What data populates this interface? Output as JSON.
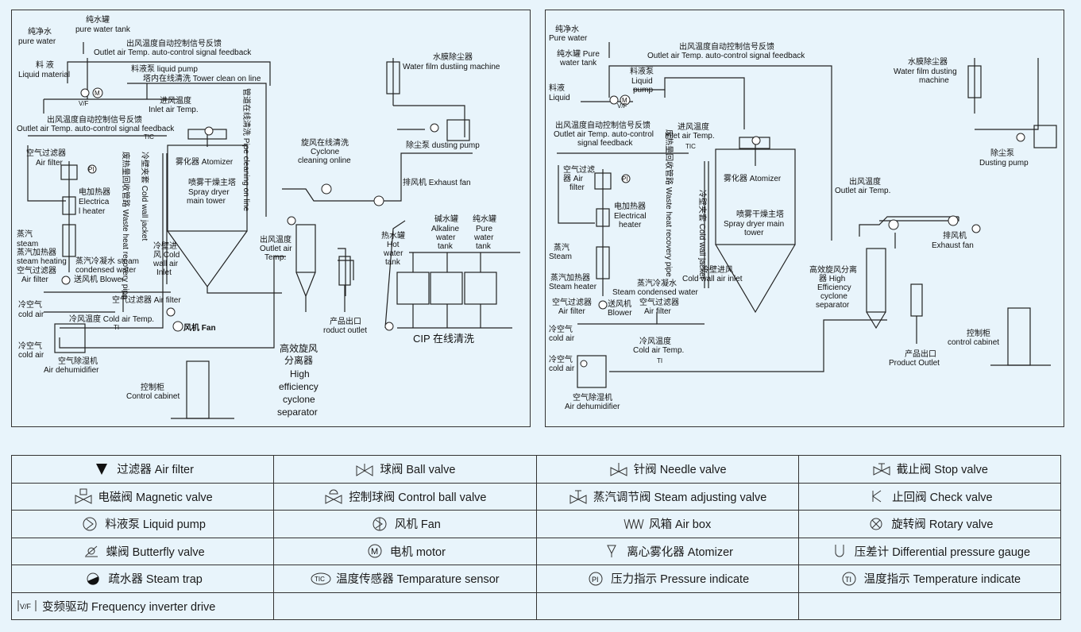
{
  "left": {
    "pure_water_cn": "纯净水",
    "pure_water_en": "pure water",
    "pure_tank_cn": "纯水罐",
    "pure_tank_en": "pure water tank",
    "liquid_cn": "料  液",
    "liquid_en": "Liquid material",
    "feedback1_cn": "出风温度自动控制信号反馈",
    "feedback1_en": "Outlet air Temp. auto-control signal feedback",
    "liquid_pump": "料液泵 liquid pump",
    "tower_clean": "塔内在线清洗 Tower clean on line",
    "inlet_cn": "进风温度",
    "inlet_en": "Inlet air Temp.",
    "feedback2_cn": "出风温度自动控制信号反馈",
    "feedback2_en": "Outlet air Temp. auto-control signal feedback",
    "filter_cn": "空气过滤器",
    "filter_en": "Air filter",
    "heater_cn": "电加热器",
    "heater_en1": "Electrica",
    "heater_en2": "l heater",
    "steam_cn": "蒸汽",
    "steam_en": "steam",
    "steam_heat_cn": "蒸汽加热器",
    "steam_heat_en": "steam heating",
    "condensed": "蒸汽冷凝水 steam",
    "condensed2": "condensed water",
    "filter2_cn": "空气过滤器",
    "filter2_en": "Air filter",
    "blower": "送风机 Blower",
    "filter3": "空气过滤器 Air filter",
    "cold_cn": "冷空气",
    "cold_en": "cold air",
    "cold_temp": "冷风温度  Cold air Temp.",
    "fan": "风机 Fan",
    "cold2_cn": "冷空气",
    "cold2_en": "cold air",
    "dehum_cn": "空气除湿机",
    "dehum_en": "Air dehumidifier",
    "cabinet_cn": "控制柜",
    "cabinet_en": "Control cabinet",
    "atomizer": "雾化器 Atomizer",
    "tower_cn": "喷雾干燥主塔",
    "tower_en1": "Spray dryer",
    "tower_en2": "main tower",
    "cold_jacket": "冷壁夹套 Cold wall jacket",
    "waste_heat": "废热量回收管路 Waste heat recovery pipe",
    "pipe_clean": "管道在线清洗 Pipe cleaning on line",
    "cold_inlet_cn": "冷壁进",
    "cold_inlet_cn2": "风 Cold",
    "cold_inlet_en1": "wall air",
    "cold_inlet_en2": "Inlet",
    "cyclone_clean_cn": "旋风在线清洗",
    "cyclone_clean_en1": "Cyclone",
    "cyclone_clean_en2": "cleaning online",
    "outlet_cn": "出风温度",
    "outlet_en1": "Outlet air",
    "outlet_en2": "Temp.",
    "cyclone_cn1": "高效旋风",
    "cyclone_cn2": "分离器",
    "cyclone_en1": "High",
    "cyclone_en2": "efficiency",
    "cyclone_en3": "cyclone",
    "cyclone_en4": "separator",
    "product_cn": "产品出口",
    "product_en": "roduct outlet",
    "film_cn": "水膜除尘器",
    "film_en": "Water film dustiing machine",
    "dust_pump": "除尘泵 dusting pump",
    "exhaust": "排风机 Exhaust fan",
    "hot_cn": "热水罐",
    "hot_en1": "Hot",
    "hot_en2": "water",
    "hot_en3": "tank",
    "alk_cn": "碱水罐",
    "alk_en1": "Alkaline",
    "alk_en2": "water",
    "alk_en3": "tank",
    "pure2_cn": "纯水罐",
    "pure2_en1": "Pure",
    "pure2_en2": "water",
    "pure2_en3": "tank",
    "cip": "CIP 在线清洗",
    "vf": "V/F",
    "tic": "TIC",
    "pi": "PI",
    "ti": "TI",
    "m": "M"
  },
  "right": {
    "pure_water_cn": "纯净水",
    "pure_water_en": "Pure water",
    "pure_tank_cn": "纯水罐 Pure",
    "pure_tank_en": "water tank",
    "liquid_cn": "料液",
    "liquid_en": "Liquid",
    "pump_cn": "料液泵",
    "pump_en1": "Liquid",
    "pump_en2": "pump",
    "feedback_top": "出风温度自动控制信号反馈",
    "feedback_top_en": "Outlet air Temp. auto-control signal feedback",
    "feedback_cn": "出风温度自动控制信号反馈",
    "feedback_en1": "Outlet air Temp. auto-control",
    "feedback_en2": "signal feedback",
    "inlet_cn": "进风温度",
    "inlet_en": "Inlet air Temp.",
    "filter_cn": "空气过滤",
    "filter_cn2": "器 Air",
    "filter_en": "filter",
    "heater_cn": "电加热器",
    "heater_en1": "Electrical",
    "heater_en2": "heater",
    "steam_cn": "蒸汽",
    "steam_en": "Steam",
    "steam_heat_cn": "蒸汽加热器",
    "steam_heat_en": "Steam heater",
    "condensed_cn": "蒸汽冷凝水",
    "condensed_en": "Steam condensed water",
    "filter2_cn": "空气过滤器",
    "filter2_en": "Air filter",
    "blower_cn": "送风机",
    "blower_en": "Blower",
    "filter3_cn": "空气过滤器",
    "filter3_en": "Air filter",
    "cold_cn": "冷空气",
    "cold_en": "cold air",
    "cold_temp_cn": "冷风温度",
    "cold_temp_en": "Cold air Temp.",
    "cold2_cn": "冷空气",
    "cold2_en": "cold air",
    "dehum_cn": "空气除湿机",
    "dehum_en": "Air dehumidifier",
    "atomizer": "雾化器 Atomizer",
    "tower_cn": "喷雾干燥主塔",
    "tower_en1": "Spray dryer main",
    "tower_en2": "tower",
    "cold_inlet": "冷壁进风",
    "cold_inlet_en": "Cold wall air inlet",
    "cold_jacket": "冷壁夹套 Cold wall jacket",
    "waste_heat": "废热量回收管路 Waste heat recovery pipe",
    "outlet_cn": "出风温度",
    "outlet_en": "Outlet air Temp.",
    "cyclone_cn": "高效旋风分离",
    "cyclone_cn2": "器 High",
    "cyclone_en1": "Efficiency",
    "cyclone_en2": "cyclone",
    "cyclone_en3": "separator",
    "product_cn": "产品出口",
    "product_en": "Product Outlet",
    "film_cn": "水膜除尘器",
    "film_en1": "Water film dusting",
    "film_en2": "machine",
    "dust_cn": "除尘泵",
    "dust_en": "Dusting pump",
    "exhaust_cn": "排风机",
    "exhaust_en": "Exhaust fan",
    "cabinet_cn": "控制柜",
    "cabinet_en": "control cabinet",
    "vf": "V/F",
    "tic": "TIC",
    "pi": "PI",
    "ti": "TI",
    "m": "M"
  },
  "legend": [
    [
      "过滤器 Air filter",
      "球阀 Ball valve",
      "针阀 Needle valve",
      "截止阀 Stop valve"
    ],
    [
      "电磁阀 Magnetic valve",
      "控制球阀 Control ball valve",
      "蒸汽调节阀 Steam adjusting valve",
      "止回阀 Check valve"
    ],
    [
      "料液泵 Liquid pump",
      "风机 Fan",
      "风箱 Air box",
      "旋转阀 Rotary valve"
    ],
    [
      "蝶阀 Butterfly valve",
      "电机 motor",
      "离心雾化器 Atomizer",
      "压差计 Differential pressure gauge"
    ],
    [
      "疏水器 Steam trap",
      "温度传感器 Temparature sensor",
      "压力指示 Pressure indicate",
      "温度指示 Temperature indicate"
    ],
    [
      "变频驱动 Frequency inverter drive",
      "",
      "",
      ""
    ]
  ]
}
